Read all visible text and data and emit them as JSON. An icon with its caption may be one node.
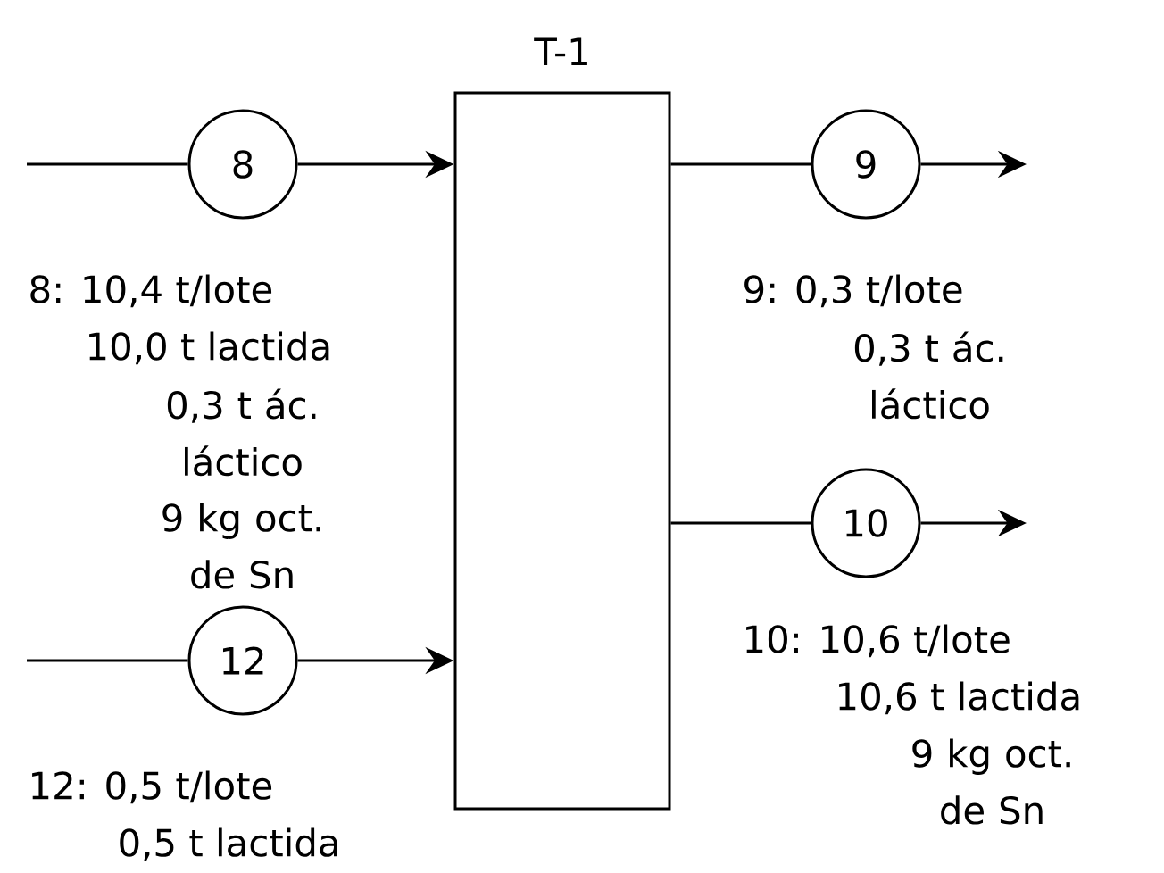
{
  "diagram": {
    "nodes": [
      {
        "text": [
          "T-1"
        ]
      },
      {
        "text": [
          "8"
        ],
        "beside": [
          "8: 10,4 t/lote",
          "10,0 t lactida",
          "0,3 t ác. láctico",
          "9 kg oct. de Sn"
        ]
      },
      {
        "text": [
          "9"
        ],
        "beside": [
          "9: 0,3 t/lote",
          "0,3 t ác. láctico"
        ]
      },
      {
        "text": [
          "10"
        ],
        "beside": [
          "10: 10,6 t/lote",
          "10,6 t lactida",
          "9 kg oct. de Sn"
        ]
      },
      {
        "text": [
          "12"
        ],
        "beside": [
          "12: 0,5 t/lote",
          "0,5 t lactida"
        ]
      }
    ],
    "edges": [
      {
        "from": null,
        "to": 1,
        "arrow": "none"
      },
      {
        "from": 1,
        "to": 0,
        "arrow": "to"
      },
      {
        "from": 0,
        "to": 2,
        "arrow": "none"
      },
      {
        "from": 2,
        "to": null,
        "arrow": "to"
      },
      {
        "from": 0,
        "to": 3,
        "arrow": "none"
      },
      {
        "from": 3,
        "to": null,
        "arrow": "to"
      },
      {
        "from": null,
        "to": 4,
        "arrow": "none"
      },
      {
        "from": 4,
        "to": 0,
        "arrow": "to"
      }
    ]
  }
}
